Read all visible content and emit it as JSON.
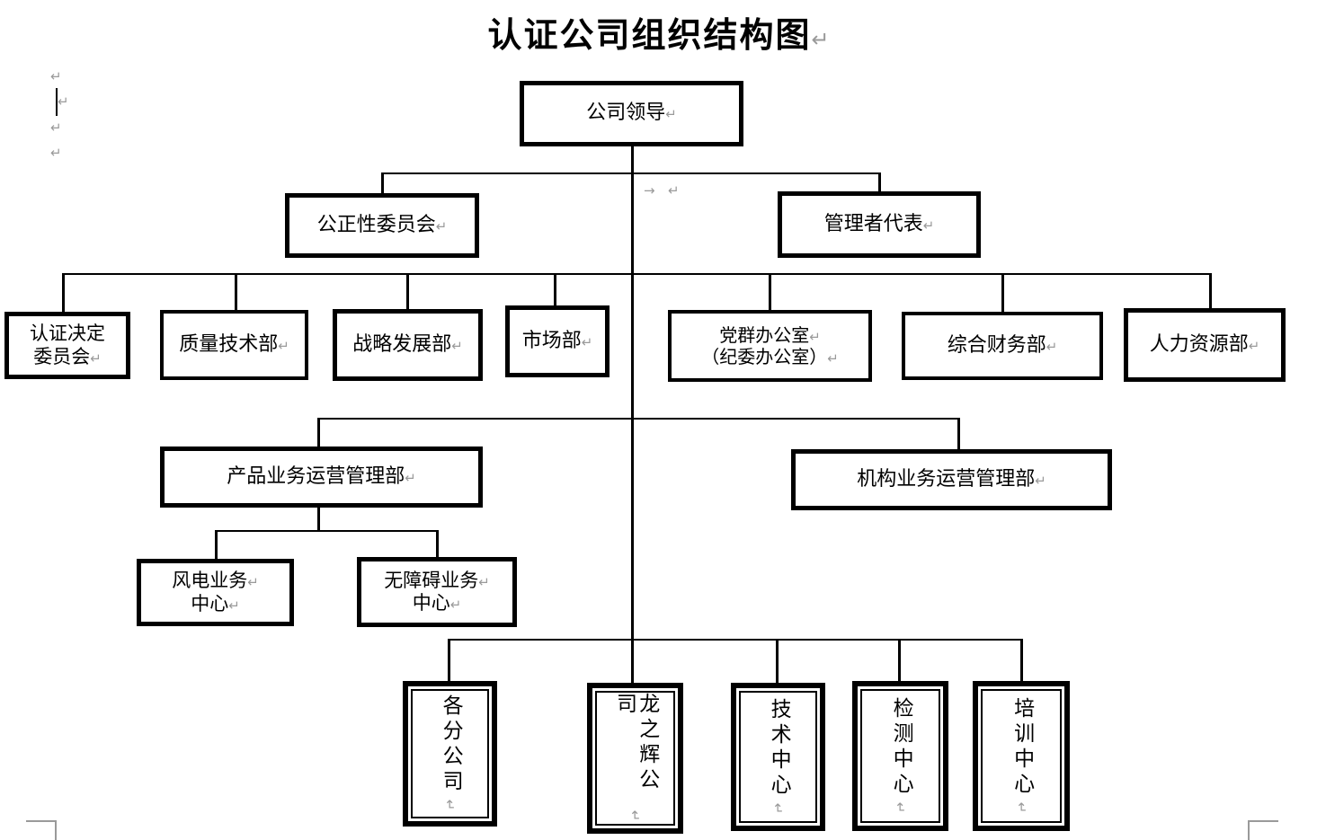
{
  "page": {
    "title": "认证公司组织结构图",
    "pilcrow_mark": "↵",
    "tab_mark": "→"
  },
  "org": {
    "leadership": "公司领导",
    "impartiality_committee": "公正性委员会",
    "management_representative": "管理者代表",
    "cert_decision_committee": [
      "认证决定",
      "委员会"
    ],
    "quality_technology_dept": "质量技术部",
    "strategy_development_dept": "战略发展部",
    "marketing_dept": "市场部",
    "party_mass_office": [
      "党群办公室",
      "（纪委办公室）"
    ],
    "general_finance_dept": "综合财务部",
    "human_resources_dept": "人力资源部",
    "product_business_ops_dept": "产品业务运营管理部",
    "institution_business_ops_dept": "机构业务运营管理部",
    "wind_power_center": [
      "风电业务",
      "中心"
    ],
    "accessibility_center": [
      "无障碍业务",
      "中心"
    ],
    "branch_companies": "各分公司",
    "longzhihui_company": "龙之辉公司",
    "technology_center": "技术中心",
    "testing_center": "检测中心",
    "training_center": "培训中心"
  }
}
